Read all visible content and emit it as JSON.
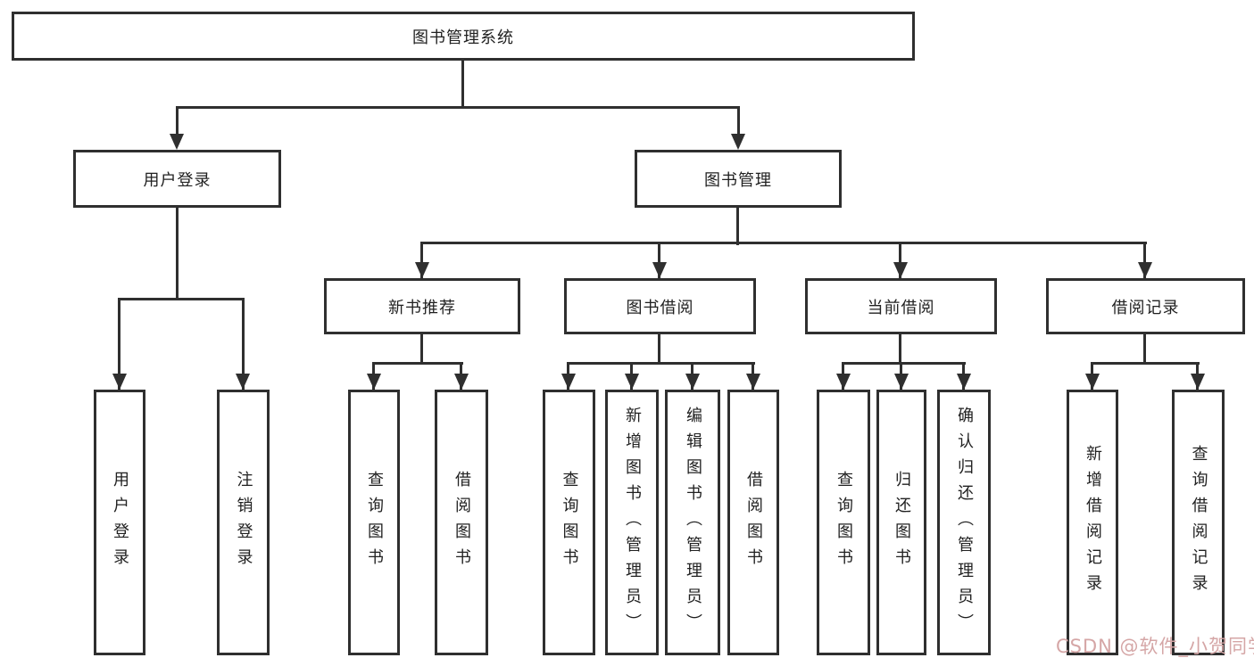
{
  "tree": {
    "root": {
      "label": "图书管理系统"
    },
    "children": [
      {
        "label": "用户登录",
        "children": [
          {
            "label": "用户登录"
          },
          {
            "label": "注销登录"
          }
        ]
      },
      {
        "label": "图书管理",
        "children": [
          {
            "label": "新书推荐",
            "children": [
              {
                "label": "查询图书"
              },
              {
                "label": "借阅图书"
              }
            ]
          },
          {
            "label": "图书借阅",
            "children": [
              {
                "label": "查询图书"
              },
              {
                "label": "新增图书（管理员）"
              },
              {
                "label": "编辑图书（管理员）"
              },
              {
                "label": "借阅图书"
              }
            ]
          },
          {
            "label": "当前借阅",
            "children": [
              {
                "label": "查询图书"
              },
              {
                "label": "归还图书"
              },
              {
                "label": "确认归还（管理员）"
              }
            ]
          },
          {
            "label": "借阅记录",
            "children": [
              {
                "label": "新增借阅记录"
              },
              {
                "label": "查询借阅记录"
              }
            ]
          }
        ]
      }
    ]
  },
  "watermark": {
    "text": "CSDN @软件_小贺同学"
  },
  "colors": {
    "line": "#2f2f2f",
    "text": "#212121",
    "background": "#ffffff",
    "watermark": "#d5a6a6"
  }
}
